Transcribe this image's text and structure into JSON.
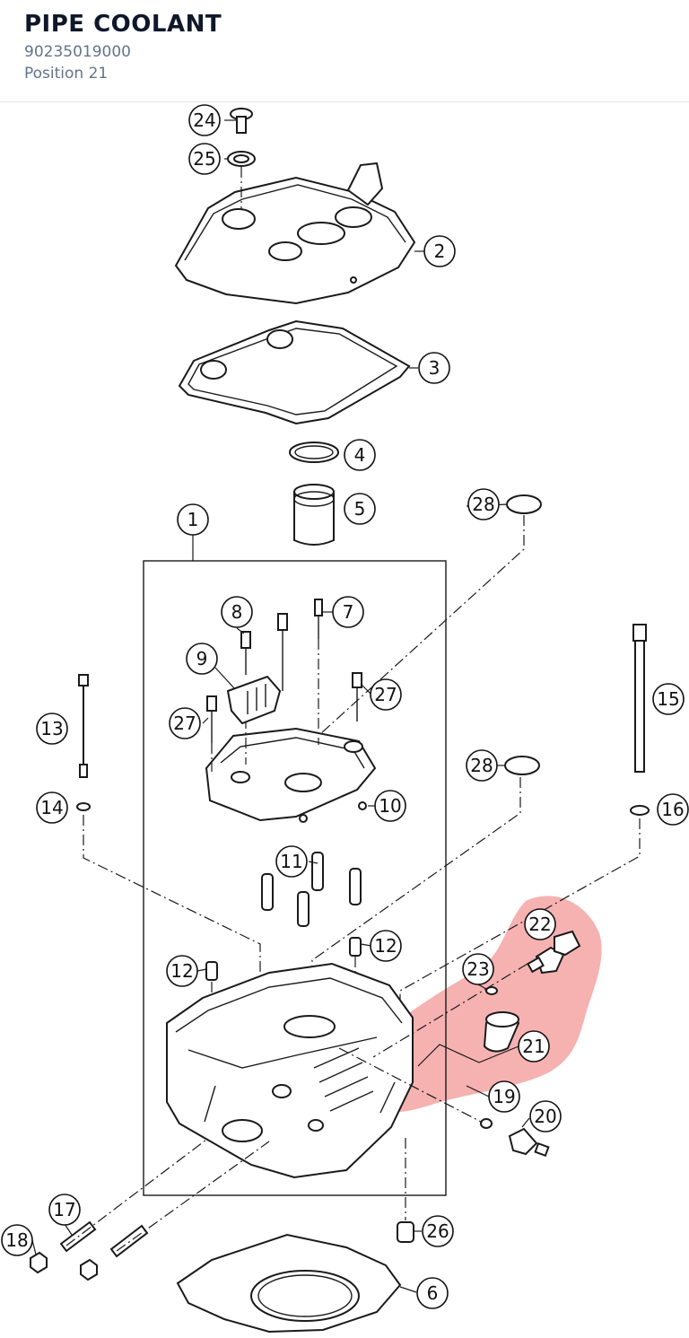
{
  "header": {
    "title": "PIPE COOLANT",
    "part_number": "90235019000",
    "position": "Position 21"
  },
  "diagram": {
    "highlight_color": "#f5a3a3",
    "highlighted_positions": [
      "21",
      "22",
      "23"
    ],
    "callouts": {
      "c1": "1",
      "c2": "2",
      "c3": "3",
      "c4": "4",
      "c5": "5",
      "c6": "6",
      "c7": "7",
      "c8": "8",
      "c9": "9",
      "c10": "10",
      "c11": "11",
      "c12a": "12",
      "c12b": "12",
      "c13": "13",
      "c14": "14",
      "c15": "15",
      "c16": "16",
      "c17": "17",
      "c18": "18",
      "c19": "19",
      "c20": "20",
      "c21": "21",
      "c22": "22",
      "c23": "23",
      "c24": "24",
      "c25": "25",
      "c26": "26",
      "c27a": "27",
      "c27b": "27",
      "c28a": "28",
      "c28b": "28"
    }
  }
}
